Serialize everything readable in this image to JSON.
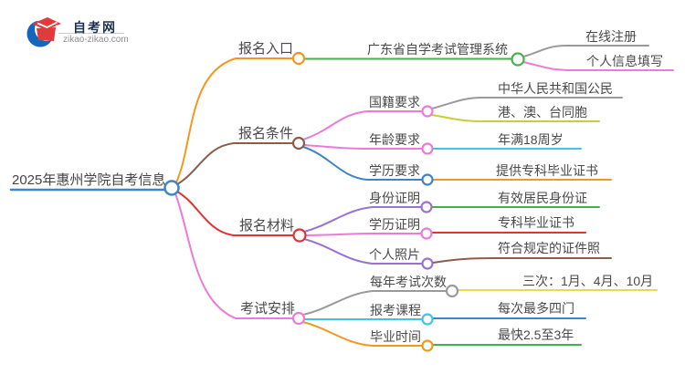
{
  "logo": {
    "site_name": "自考网",
    "site_url": "zikao-zikao.com"
  },
  "palette": {
    "blue": "#3d85c6",
    "orange": "#f2981f",
    "green": "#44b04e",
    "gray": "#9a9a9a",
    "pink": "#ec7ad7",
    "brown": "#8b5e4c",
    "red": "#e23232",
    "olive": "#c8cd3b",
    "yellow": "#e3dd46",
    "cyan": "#3ec6e0",
    "purple": "#9b72d0",
    "text": "#4a4a4a",
    "logo_navy": "#1c3150",
    "logo_blue": "#1565c0",
    "logo_red": "#e03a3a"
  },
  "mindmap": {
    "root": {
      "label": "2025年惠州学院自考信息"
    },
    "branches": [
      {
        "label": "报名入口",
        "children": [
          {
            "label": "广东省自学考试管理系统",
            "children": [
              {
                "label": "在线注册"
              },
              {
                "label": "个人信息填写"
              }
            ]
          }
        ]
      },
      {
        "label": "报名条件",
        "children": [
          {
            "label": "国籍要求",
            "children": [
              {
                "label": "中华人民共和国公民"
              },
              {
                "label": "港、澳、台同胞"
              }
            ]
          },
          {
            "label": "年龄要求",
            "children": [
              {
                "label": "年满18周岁"
              }
            ]
          },
          {
            "label": "学历要求",
            "children": [
              {
                "label": "提供专科毕业证书"
              }
            ]
          }
        ]
      },
      {
        "label": "报名材料",
        "children": [
          {
            "label": "身份证明",
            "children": [
              {
                "label": "有效居民身份证"
              }
            ]
          },
          {
            "label": "学历证明",
            "children": [
              {
                "label": "专科毕业证书"
              }
            ]
          },
          {
            "label": "个人照片",
            "children": [
              {
                "label": "符合规定的证件照"
              }
            ]
          }
        ]
      },
      {
        "label": "考试安排",
        "children": [
          {
            "label": "每年考试次数",
            "children": [
              {
                "label": "三次：1月、4月、10月"
              }
            ]
          },
          {
            "label": "报考课程",
            "children": [
              {
                "label": "每次最多四门"
              }
            ]
          },
          {
            "label": "毕业时间",
            "children": [
              {
                "label": "最快2.5至3年"
              }
            ]
          }
        ]
      }
    ]
  }
}
